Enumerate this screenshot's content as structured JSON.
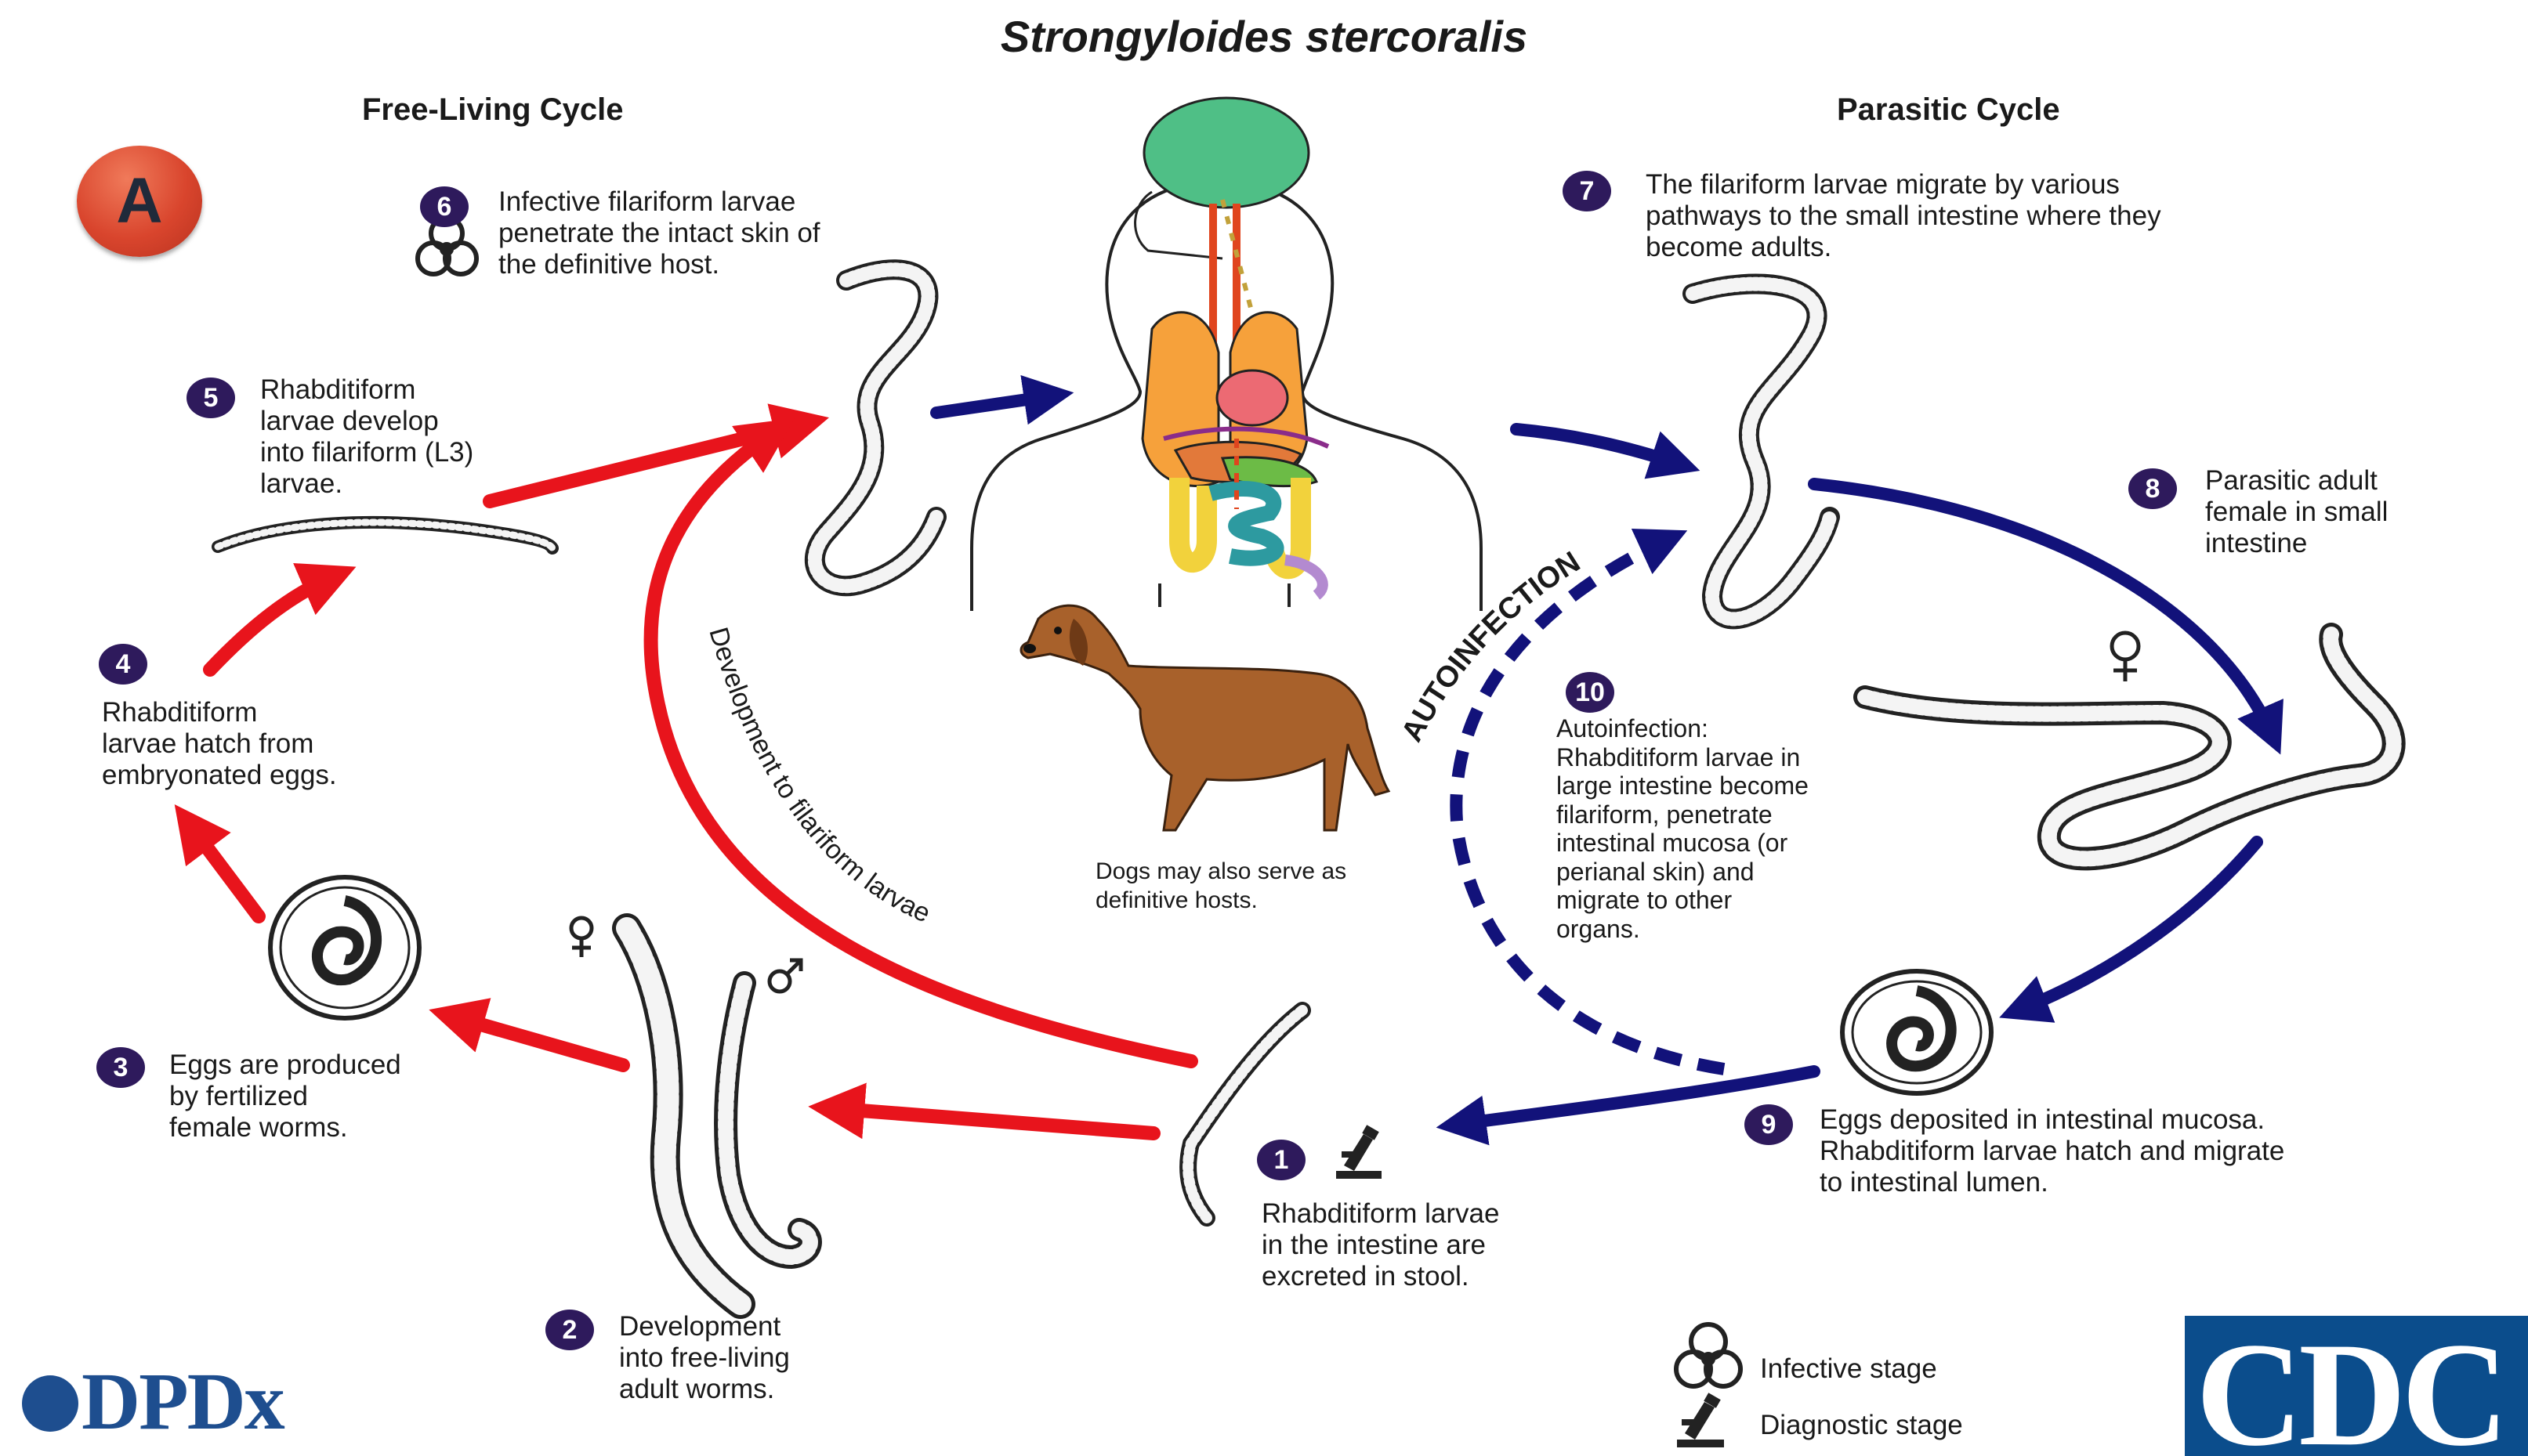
{
  "title": "Strongyloides stercoralis",
  "badge": "A",
  "free_living_label": "Free-Living Cycle",
  "parasitic_label": "Parasitic Cycle",
  "steps": {
    "s1": {
      "num": "1",
      "text": "Rhabditiform larvae\nin the intestine are\nexcreted in stool."
    },
    "s2": {
      "num": "2",
      "text": "Development\ninto free-living\nadult worms."
    },
    "s3": {
      "num": "3",
      "text": "Eggs are produced\nby fertilized\nfemale worms."
    },
    "s4": {
      "num": "4",
      "text": "Rhabditiform\nlarvae hatch from\nembryonated eggs."
    },
    "s5": {
      "num": "5",
      "text": "Rhabditiform\nlarvae develop\ninto filariform (L3)\nlarvae."
    },
    "s6": {
      "num": "6",
      "text": "Infective filariform larvae\npenetrate the intact skin of\nthe definitive host."
    },
    "s7": {
      "num": "7",
      "text": "The filariform larvae migrate by various\npathways to the small intestine where they\nbecome adults."
    },
    "s8": {
      "num": "8",
      "text": "Parasitic adult\nfemale in small\nintestine"
    },
    "s9": {
      "num": "9",
      "text": "Eggs deposited in intestinal mucosa.\nRhabditiform larvae hatch and migrate\nto intestinal lumen."
    },
    "s10": {
      "num": "10",
      "text": "Autoinfection:\nRhabditiform larvae in\nlarge intestine become\nfilariform, penetrate\nintestinal mucosa (or\nperianal skin) and\nmigrate to other\norgans."
    }
  },
  "dog_caption": "Dogs may also serve as\ndefinitive hosts.",
  "development_label": "Development to filariform larvae",
  "autoinfection_label": "AUTOINFECTION",
  "legend": {
    "infective": "Infective stage",
    "diagnostic": "Diagnostic stage"
  },
  "logos": {
    "dpdx": "DPDx",
    "cdc": "CDC"
  },
  "colors": {
    "free_living_arrow": "#e8141c",
    "parasitic_arrow": "#12127a",
    "step_badge": "#2e1a5c"
  }
}
